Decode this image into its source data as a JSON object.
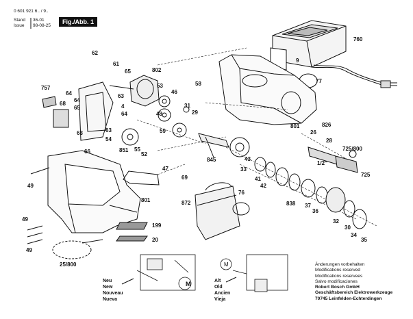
{
  "header": {
    "doc_number": "0 601 921 6.. / 9..",
    "stand_label": "Stand",
    "stand_value": "36-01",
    "issue_label": "Issue",
    "issue_value": "98-08-25",
    "figure_label": "Fig./Abb. 1"
  },
  "parts": {
    "p760": "760",
    "p9": "9",
    "p77": "77",
    "p62": "62",
    "p61": "61",
    "p65": "65",
    "p802": "802",
    "p53": "53",
    "p757": "757",
    "p64a": "64",
    "p64b": "64",
    "p64c": "64",
    "p63a": "63",
    "p63b": "63",
    "p63c": "63",
    "p68": "68",
    "p65b": "65",
    "p4": "4",
    "p46": "46",
    "p58": "58",
    "p31": "31",
    "p29": "29",
    "p48": "48",
    "p801a": "801",
    "p826": "826",
    "p26": "26",
    "p28": "28",
    "p54": "54",
    "p59": "59",
    "p66": "66",
    "p851": "851",
    "p55": "55",
    "p52": "52",
    "p47": "47",
    "p845": "845",
    "p43": "43",
    "p33": "33",
    "p725_800": "725/800",
    "p725": "725",
    "p49a": "49",
    "p69": "69",
    "p41": "41",
    "p42": "42",
    "p838": "838",
    "p801b": "801",
    "p872": "872",
    "p76": "76",
    "p37": "37",
    "p36": "36",
    "p32": "32",
    "p30": "30",
    "p34": "34",
    "p35": "35",
    "p49b": "49",
    "p199": "199",
    "p20": "20",
    "p49c": "49",
    "p25_800": "25/800",
    "half_inch": "1/2\""
  },
  "legend_new": [
    "Neu",
    "New",
    "Nouveau",
    "Nueva"
  ],
  "legend_old": [
    "Alt",
    "Old",
    "Ancien",
    "Vieja"
  ],
  "notes": {
    "lines": [
      "Änderungen vorbehalten",
      "Modifications reserved",
      "Modifications reservees",
      "Salvo modificaciones"
    ],
    "company": "Robert Bosch GmbH",
    "division": "Geschäftsbereich Elektrowerkzeuge",
    "address": "70745 Leinfelden-Echterdingen"
  }
}
